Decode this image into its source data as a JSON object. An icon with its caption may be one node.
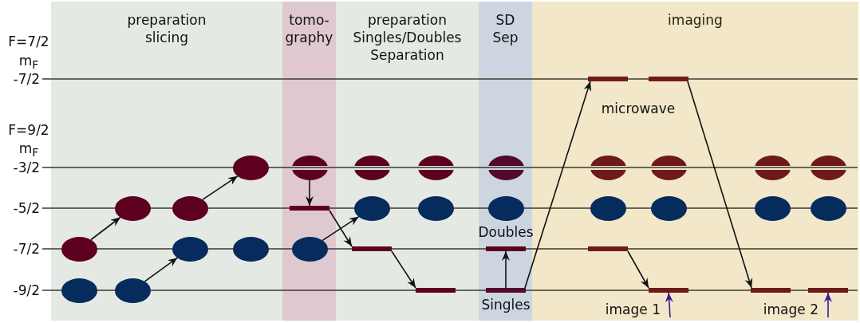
{
  "diagram": {
    "nodes": [
      {
        "text": [
          "preparation slicing"
        ]
      },
      {
        "text": [
          "tomo- graphy"
        ]
      },
      {
        "text": [
          "preparation Singles/Doubles Separation"
        ]
      },
      {
        "text": [
          "SD Sep"
        ]
      },
      {
        "text": [
          "imaging"
        ]
      },
      {
        "text": [],
        "shape": "ellipse",
        "in": 0
      },
      {
        "text": [],
        "shape": "ellipse",
        "in": 0
      },
      {
        "text": [],
        "shape": "ellipse",
        "in": 0
      },
      {
        "text": [],
        "shape": "ellipse",
        "in": 0
      },
      {
        "text": [],
        "shape": "ellipse",
        "in": 0
      },
      {
        "text": [],
        "shape": "ellipse",
        "in": 0
      },
      {
        "text": [],
        "shape": "ellipse",
        "in": 0
      },
      {
        "text": [],
        "shape": "ellipse",
        "in": 0
      },
      {
        "text": [],
        "shape": "ellipse",
        "in": 1
      },
      {
        "text": [],
        "shape": "bar",
        "in": 1
      },
      {
        "text": [],
        "shape": "ellipse",
        "in": 1
      },
      {
        "text": [],
        "shape": "ellipse",
        "in": 2
      },
      {
        "text": [],
        "shape": "ellipse",
        "in": 2
      },
      {
        "text": [],
        "shape": "bar",
        "in": 2
      },
      {
        "text": [],
        "shape": "ellipse",
        "in": 2
      },
      {
        "text": [],
        "shape": "ellipse",
        "in": 2
      },
      {
        "text": [],
        "shape": "bar",
        "in": 2
      },
      {
        "text": [],
        "shape": "ellipse",
        "in": 3
      },
      {
        "text": [],
        "shape": "ellipse",
        "in": 3
      },
      {
        "text": [],
        "shape": "bar",
        "in": 3,
        "beside": [
          "Doubles"
        ]
      },
      {
        "text": [],
        "shape": "bar",
        "in": 3,
        "beside": [
          "Singles"
        ]
      },
      {
        "text": [],
        "shape": "bar",
        "in": 4
      },
      {
        "text": [],
        "shape": "bar",
        "in": 4
      },
      {
        "text": [],
        "shape": "ellipse",
        "in": 4
      },
      {
        "text": [],
        "shape": "ellipse",
        "in": 4
      },
      {
        "text": [],
        "shape": "ellipse",
        "in": 4
      },
      {
        "text": [],
        "shape": "ellipse",
        "in": 4
      },
      {
        "text": [],
        "shape": "bar",
        "in": 4
      },
      {
        "text": [],
        "shape": "bar",
        "in": 4,
        "beside": [
          "image 1"
        ]
      },
      {
        "text": [],
        "shape": "ellipse",
        "in": 4
      },
      {
        "text": [],
        "shape": "ellipse",
        "in": 4
      },
      {
        "text": [],
        "shape": "ellipse",
        "in": 4
      },
      {
        "text": [],
        "shape": "ellipse",
        "in": 4
      },
      {
        "text": [],
        "shape": "bar",
        "in": 4
      },
      {
        "text": [],
        "shape": "bar",
        "in": 4,
        "beside": [
          "image 2"
        ]
      }
    ],
    "edges": [
      {
        "from": 5,
        "to": 7,
        "arrow": "to"
      },
      {
        "from": 8,
        "to": 10,
        "arrow": "to"
      },
      {
        "from": 9,
        "to": 11,
        "arrow": "to"
      },
      {
        "from": 13,
        "to": 14,
        "arrow": "to"
      },
      {
        "from": 15,
        "to": 17,
        "arrow": "to"
      },
      {
        "from": 14,
        "to": 18,
        "arrow": "to"
      },
      {
        "from": 18,
        "to": 21,
        "arrow": "to"
      },
      {
        "from": 25,
        "to": 24,
        "arrow": "to"
      },
      {
        "from": 25,
        "to": 26,
        "arrow": "to"
      },
      {
        "from": 27,
        "to": 38,
        "arrow": "to"
      },
      {
        "from": 32,
        "to": 33,
        "arrow": "to"
      },
      {
        "from": null,
        "to": 33,
        "arrow": "to",
        "color": "#3b1a8c"
      },
      {
        "from": null,
        "to": 39,
        "arrow": "to",
        "color": "#3b1a8c"
      }
    ],
    "labels": [
      "F=7/2",
      "m$_{F}$",
      "-7/2",
      "microwave",
      "F=9/2",
      "m$_{F}$",
      "-3/2",
      "-5/2",
      "-7/2",
      "-9/2"
    ]
  }
}
